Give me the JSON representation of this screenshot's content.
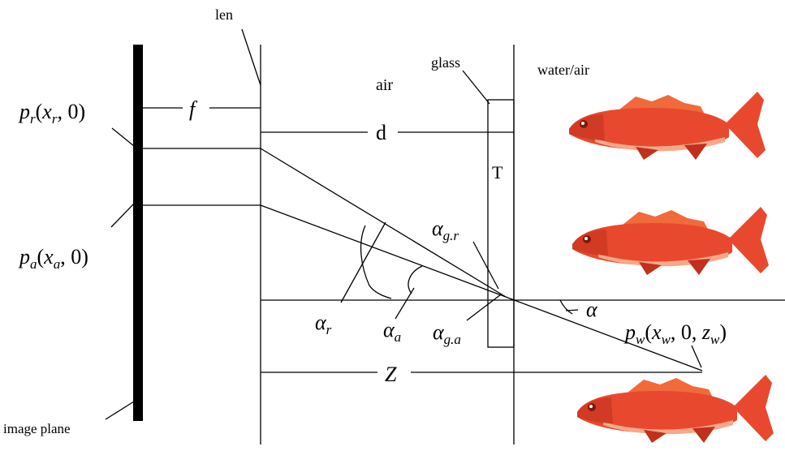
{
  "labels": {
    "len": "len",
    "glass": "glass",
    "air": "air",
    "water_air": "water/air",
    "image_plane": "image plane",
    "f": "f",
    "d": "d",
    "T": "T",
    "Z": "Z",
    "alpha": "α",
    "alpha_r": {
      "base": "α",
      "sub": "r"
    },
    "alpha_a": {
      "base": "α",
      "sub": "a"
    },
    "alpha_gr": {
      "base": "α",
      "sub": "g.r"
    },
    "alpha_ga": {
      "base": "α",
      "sub": "g.a"
    },
    "p_r": {
      "p": "p",
      "sub": "r",
      "open": "(",
      "x": "x",
      "xsub": "r",
      "rest": ", 0)"
    },
    "p_a": {
      "p": "p",
      "sub": "a",
      "open": "(",
      "x": "x",
      "xsub": "a",
      "rest": ", 0)"
    },
    "p_w": {
      "p": "p",
      "sub": "w",
      "open": "(",
      "x": "x",
      "xsub": "w",
      "mid": ", 0, ",
      "z": "z",
      "zsub": "w",
      "close": ")"
    }
  },
  "colors": {
    "fish_body": "#e8492e",
    "fish_dark": "#c0301c",
    "fish_fin": "#f06a3c",
    "fish_light": "#f7a88a"
  },
  "icons": [
    "fish-icon",
    "fish-icon",
    "fish-icon"
  ]
}
